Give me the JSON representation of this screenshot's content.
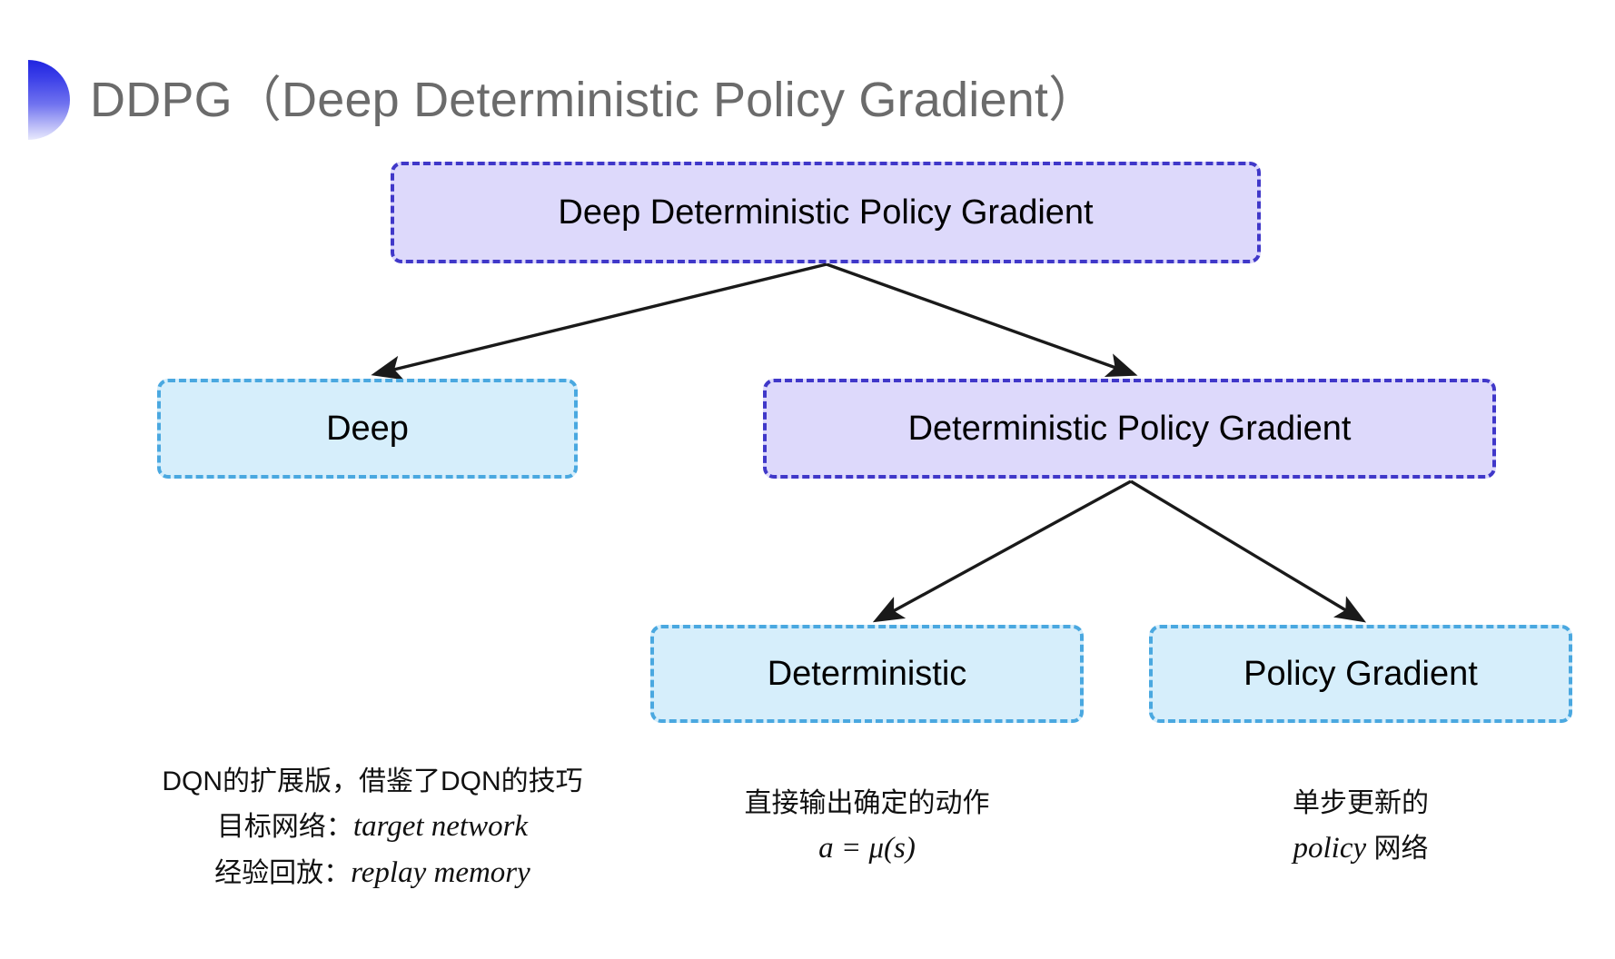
{
  "slide": {
    "title": "DDPG（Deep Deterministic Policy Gradient）",
    "background_color": "#ffffff",
    "bullet_gradient_from": "#1f24e0",
    "bullet_gradient_to": "#e9eafd",
    "title_color": "#6b6b6b"
  },
  "palette": {
    "purple_fill": "#ddd9fb",
    "purple_border": "#4038c9",
    "cyan_fill": "#d6eefb",
    "cyan_border": "#4aa8e0",
    "arrow_color": "#1a1a1a"
  },
  "diagram": {
    "type": "tree",
    "nodes": [
      {
        "id": "root",
        "label": "Deep Deterministic Policy Gradient",
        "style": "purple",
        "level": 0
      },
      {
        "id": "deep",
        "label": "Deep",
        "style": "cyan",
        "level": 1
      },
      {
        "id": "dpg",
        "label": "Deterministic Policy Gradient",
        "style": "purple",
        "level": 1
      },
      {
        "id": "deterministic",
        "label": "Deterministic",
        "style": "cyan",
        "level": 2
      },
      {
        "id": "policygrad",
        "label": "Policy Gradient",
        "style": "cyan",
        "level": 2
      }
    ],
    "edges": [
      {
        "from": "root",
        "to": "deep"
      },
      {
        "from": "root",
        "to": "dpg"
      },
      {
        "from": "dpg",
        "to": "deterministic"
      },
      {
        "from": "dpg",
        "to": "policygrad"
      }
    ]
  },
  "captions": {
    "deep": {
      "line1": "DQN的扩展版，借鉴了DQN的技巧",
      "line2_label": "目标网络：",
      "line2_term": "target network",
      "line3_label": "经验回放：",
      "line3_term": "replay memory"
    },
    "deterministic": {
      "line1": "直接输出确定的动作",
      "line2": "a = μ(s)"
    },
    "policy_gradient": {
      "line1": "单步更新的",
      "line2_term": "policy",
      "line2_rest": " 网络"
    }
  }
}
